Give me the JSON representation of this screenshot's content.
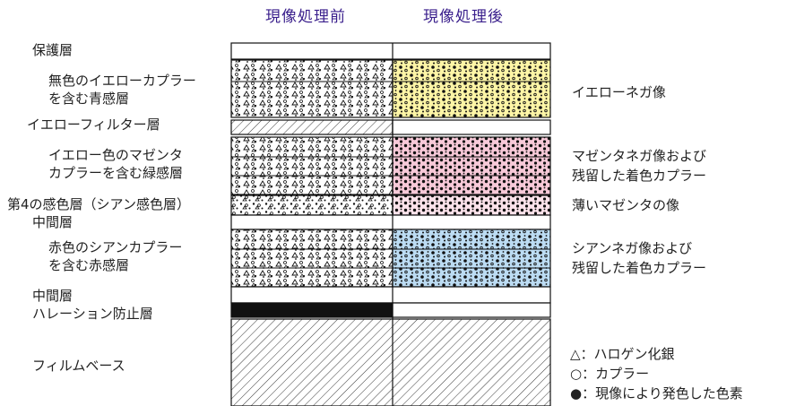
{
  "headers": {
    "before": "現像処理前",
    "after": "現像処理後"
  },
  "left_labels": {
    "protective": "保護層",
    "blue_1": "無色のイエローカプラー",
    "blue_2": "を含む青感層",
    "yellow_filter": "イエローフィルター層",
    "green_1": "イエロー色のマゼンタ",
    "green_2": "カプラーを含む緑感層",
    "fourth": "第4の感色層（シアン感色層）",
    "inter1": "中間層",
    "red_1": "赤色のシアンカプラー",
    "red_2": "を含む赤感層",
    "inter2": "中間層",
    "antihalation": "ハレーション防止層",
    "base": "フィルムベース"
  },
  "right_labels": {
    "yellow_neg": "イエローネガ像",
    "magenta_1": "マゼンタネガ像および",
    "magenta_2": "残留した着色カプラー",
    "light_magenta": "薄いマゼンタの像",
    "cyan_1": "シアンネガ像および",
    "cyan_2": "残留した着色カプラー"
  },
  "legend": {
    "silver": "△：ハロゲン化銀",
    "coupler": "○：カプラー",
    "dye": "●：現像により発色した色素"
  },
  "colors": {
    "header": "#3a1f8c",
    "yellow": "#fdf5a6",
    "magenta": "#f7c9d8",
    "light_magenta": "#fbe2ea",
    "cyan": "#bcdcf3",
    "black": "#111111"
  }
}
